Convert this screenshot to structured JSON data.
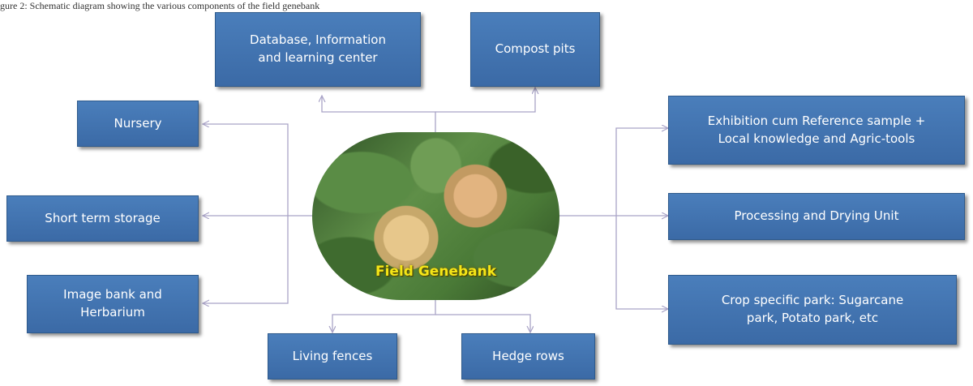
{
  "caption": "gure 2: Schematic diagram showing the various components of the field genebank",
  "hub": {
    "label": "Field Genebank"
  },
  "nodes": {
    "database": "Database, Information\nand learning center",
    "compost": "Compost pits",
    "nursery": "Nursery",
    "short_term": "Short term storage",
    "image_bank": "Image bank and\nHerbarium",
    "exhibition": "Exhibition cum Reference sample +\nLocal knowledge and Agric-tools",
    "processing": "Processing and Drying Unit",
    "crop_park": "Crop specific park: Sugarcane\npark, Potato park, etc",
    "living_fences": "Living fences",
    "hedge_rows": "Hedge rows"
  },
  "colors": {
    "box_fill": "#4a7ebb",
    "box_border": "#2e5a8c",
    "box_text": "#ffffff",
    "hub_label": "#f5e617",
    "connector": "#a9a3c7"
  }
}
